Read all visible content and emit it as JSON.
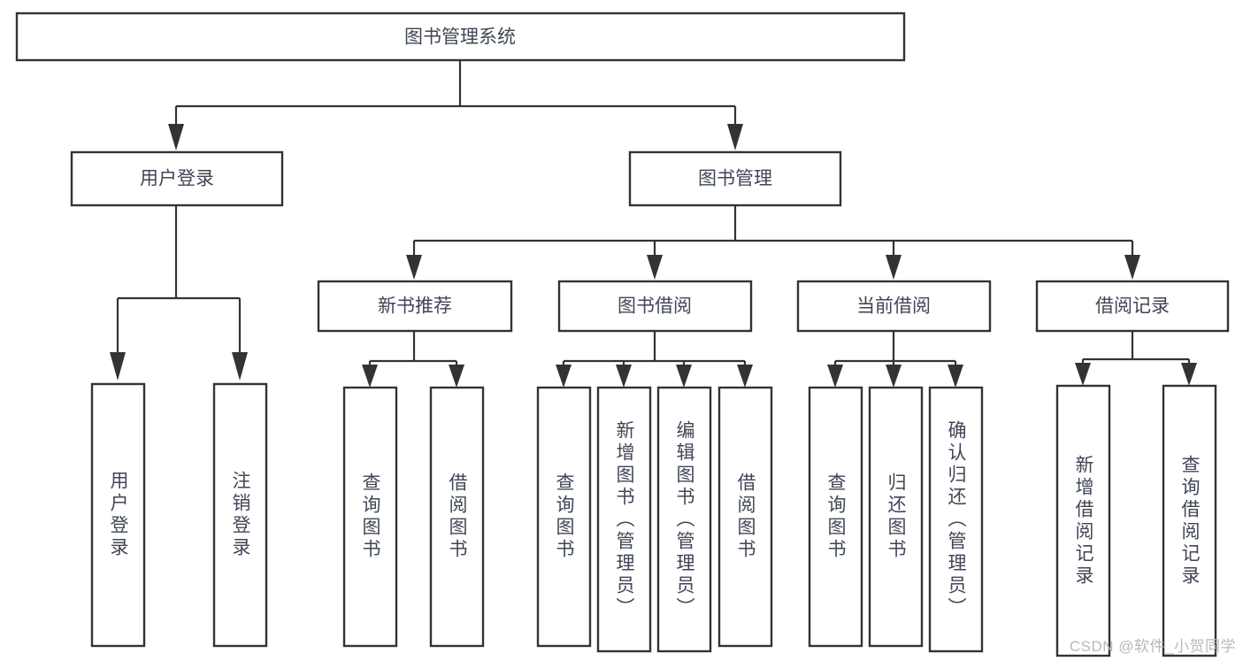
{
  "diagram": {
    "title": "图书管理系统",
    "type": "tree-hierarchy",
    "colors": {
      "background": "#ffffff",
      "box_stroke": "#333333",
      "text": "#404655",
      "connector": "#333333",
      "watermark": "#b9b9bd"
    },
    "root": {
      "label": "图书管理系统"
    },
    "level2": [
      {
        "label": "用户登录"
      },
      {
        "label": "图书管理"
      }
    ],
    "level3": [
      {
        "label": "新书推荐"
      },
      {
        "label": "图书借阅"
      },
      {
        "label": "当前借阅"
      },
      {
        "label": "借阅记录"
      }
    ],
    "leaves": {
      "user_login": [
        {
          "label": "用户登录"
        },
        {
          "label": "注销登录"
        }
      ],
      "new_book_recommend": [
        {
          "label": "查询图书"
        },
        {
          "label": "借阅图书"
        }
      ],
      "book_borrow": [
        {
          "label": "查询图书"
        },
        {
          "label": "新增图书（管理员）"
        },
        {
          "label": "编辑图书（管理员）"
        },
        {
          "label": "借阅图书"
        }
      ],
      "current_borrow": [
        {
          "label": "查询图书"
        },
        {
          "label": "归还图书"
        },
        {
          "label": "确认归还（管理员）"
        }
      ],
      "borrow_record": [
        {
          "label": "新增借阅记录"
        },
        {
          "label": "查询借阅记录"
        }
      ]
    },
    "watermark": "CSDN @软件_小贺同学"
  }
}
